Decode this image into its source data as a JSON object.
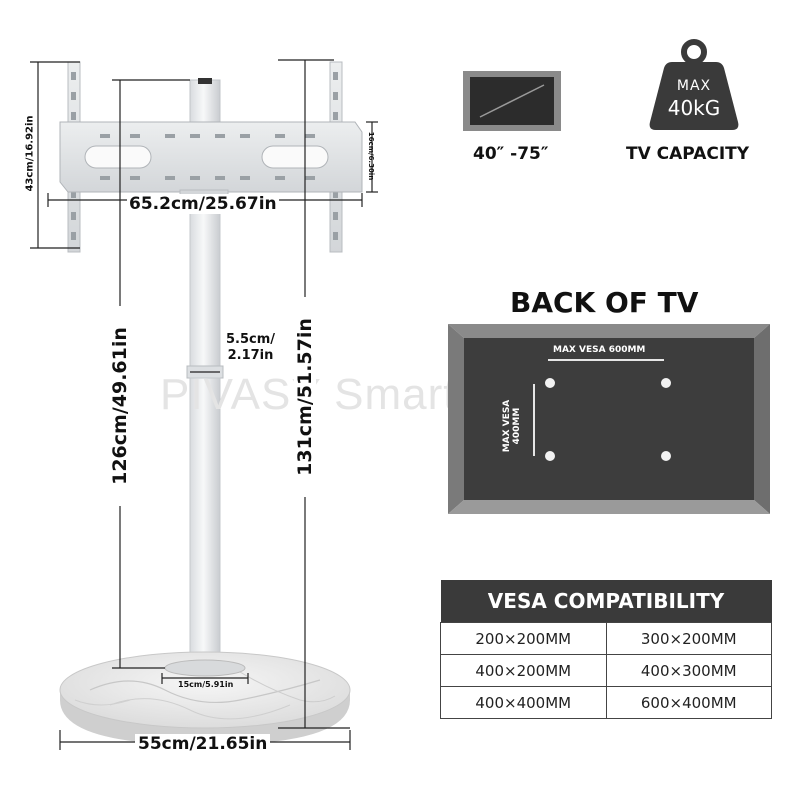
{
  "watermark": "PIVASY Smart Store",
  "dimensions": {
    "mount_width": "65.2cm/25.67in",
    "mount_height": "43cm/16.92in",
    "bracket_height": "16cm/6.30in",
    "pole_diameter_line1": "5.5cm/",
    "pole_diameter_line2": "2.17in",
    "min_height": "126cm/49.61in",
    "max_height": "131cm/51.57in",
    "base_inner": "15cm/5.91in",
    "base_diameter": "55cm/21.65in"
  },
  "screen_size": {
    "label": "40″ -75″"
  },
  "capacity": {
    "weight_top": "MAX",
    "weight_bottom": "40kG",
    "label": "TV CAPACITY"
  },
  "back_of_tv": {
    "title": "BACK OF TV",
    "max_vesa_h": "MAX VESA 600MM",
    "max_vesa_v": "MAX VESA 400MM"
  },
  "vesa_table": {
    "header": "VESA COMPATIBILITY",
    "rows": [
      [
        "200×200MM",
        "300×200MM"
      ],
      [
        "400×200MM",
        "400×300MM"
      ],
      [
        "400×400MM",
        "600×400MM"
      ]
    ]
  }
}
